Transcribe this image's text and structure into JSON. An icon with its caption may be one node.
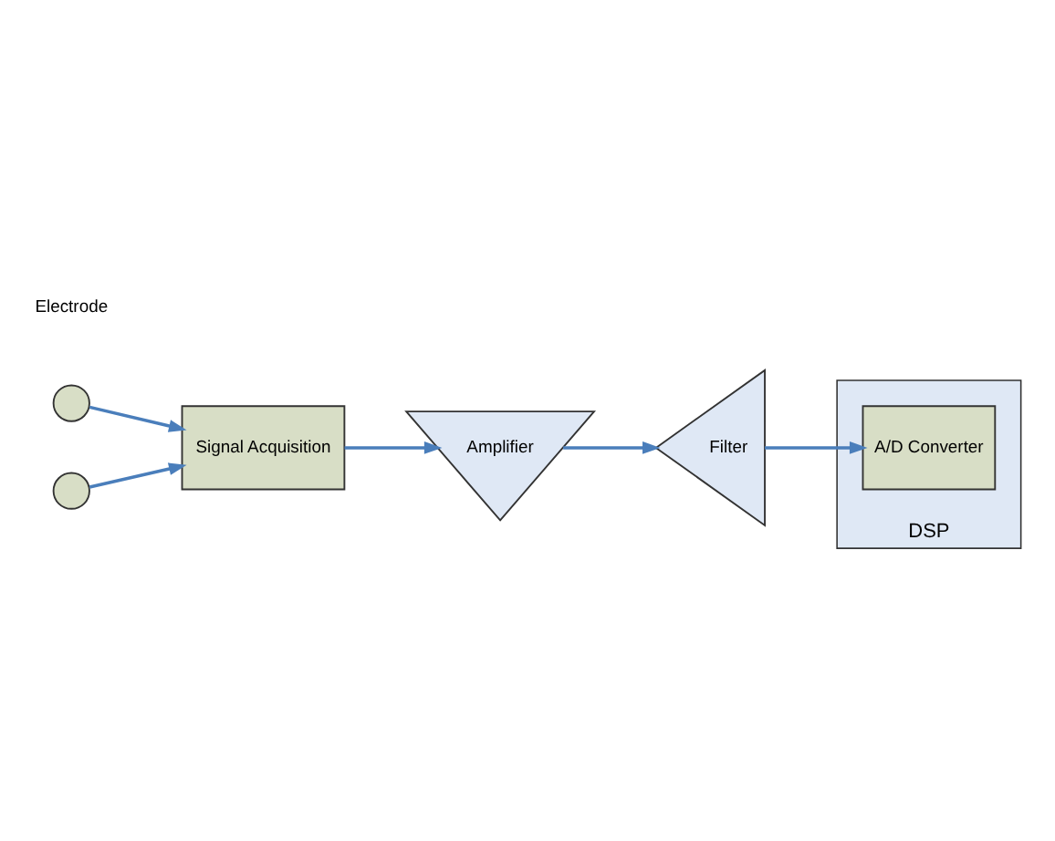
{
  "diagram": {
    "nodes": [
      {
        "text": [],
        "shape": "circle"
      },
      {
        "text": [],
        "shape": "circle"
      },
      {
        "text": [
          "Signal Acquisition"
        ]
      },
      {
        "text": [
          "Amplifier"
        ]
      },
      {
        "text": [
          "Filter"
        ]
      },
      {
        "text": [
          "DSP"
        ]
      },
      {
        "text": [
          "A/D Converter"
        ],
        "in": 5
      }
    ],
    "edges": [
      {
        "from": 0,
        "to": 2,
        "arrow": "to"
      },
      {
        "from": 1,
        "to": 2,
        "arrow": "to"
      },
      {
        "from": 2,
        "to": 3,
        "arrow": "to"
      },
      {
        "from": 3,
        "to": 4,
        "arrow": "to"
      },
      {
        "from": 4,
        "to": 6,
        "arrow": "to"
      }
    ],
    "labels": [
      "Electrode"
    ]
  }
}
